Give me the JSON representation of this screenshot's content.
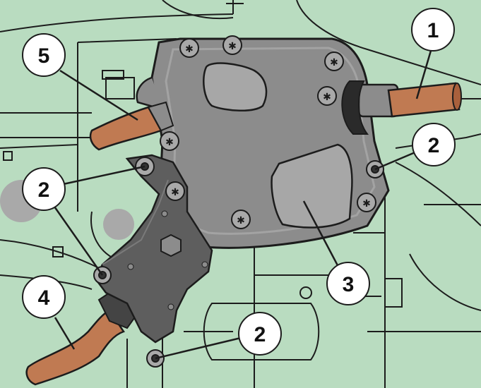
{
  "palette": {
    "background": "#b9dcc0",
    "line": "#1c1c1c",
    "pump_body": "#8c8c8c",
    "pump_rim": "#a3a3a3",
    "hose": "#c07a52",
    "bracket": "#5e5e5e",
    "callout_fill": "#ffffff"
  },
  "callouts": [
    {
      "id": "c1",
      "label": "1"
    },
    {
      "id": "c2a",
      "label": "2"
    },
    {
      "id": "c2b",
      "label": "2"
    },
    {
      "id": "c2c",
      "label": "2"
    },
    {
      "id": "c3",
      "label": "3"
    },
    {
      "id": "c4",
      "label": "4"
    },
    {
      "id": "c5",
      "label": "5"
    }
  ]
}
